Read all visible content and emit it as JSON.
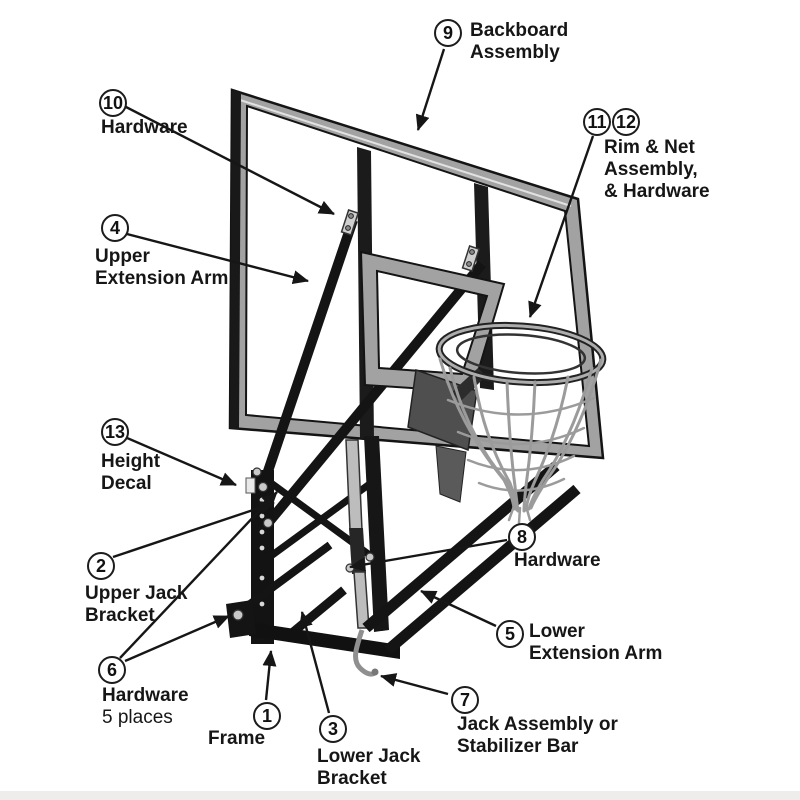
{
  "callouts": {
    "c9": {
      "num": "9",
      "lines": [
        "Backboard",
        "Assembly"
      ]
    },
    "c10": {
      "num": "10",
      "lines": [
        "Hardware"
      ]
    },
    "c4": {
      "num": "4",
      "lines": [
        "Upper",
        "Extension Arm"
      ]
    },
    "c11": {
      "num": "11"
    },
    "c12": {
      "num": "12"
    },
    "c1112_label": {
      "lines": [
        "Rim & Net",
        "Assembly,",
        "& Hardware"
      ]
    },
    "c13": {
      "num": "13",
      "lines": [
        "Height",
        "Decal"
      ]
    },
    "c2": {
      "num": "2",
      "lines": [
        "Upper Jack",
        "Bracket"
      ]
    },
    "c6": {
      "num": "6",
      "lines": [
        "Hardware",
        "5 places"
      ]
    },
    "c1": {
      "num": "1",
      "lines": [
        "Frame"
      ]
    },
    "c3": {
      "num": "3",
      "lines": [
        "Lower Jack",
        "Bracket"
      ]
    },
    "c7": {
      "num": "7",
      "lines": [
        "Jack Assembly or",
        "Stabilizer Bar"
      ]
    },
    "c5": {
      "num": "5",
      "lines": [
        "Lower",
        "Extension Arm"
      ]
    },
    "c8": {
      "num": "8",
      "lines": [
        "Hardware"
      ]
    }
  },
  "colors": {
    "line": "#161616",
    "label_text": "#161616",
    "frame_gray": "#a2a2a2",
    "structure_black": "#161616",
    "metal_silver": "#bdbdbd",
    "net_gray": "#9b9b9b",
    "background": "#ffffff"
  }
}
